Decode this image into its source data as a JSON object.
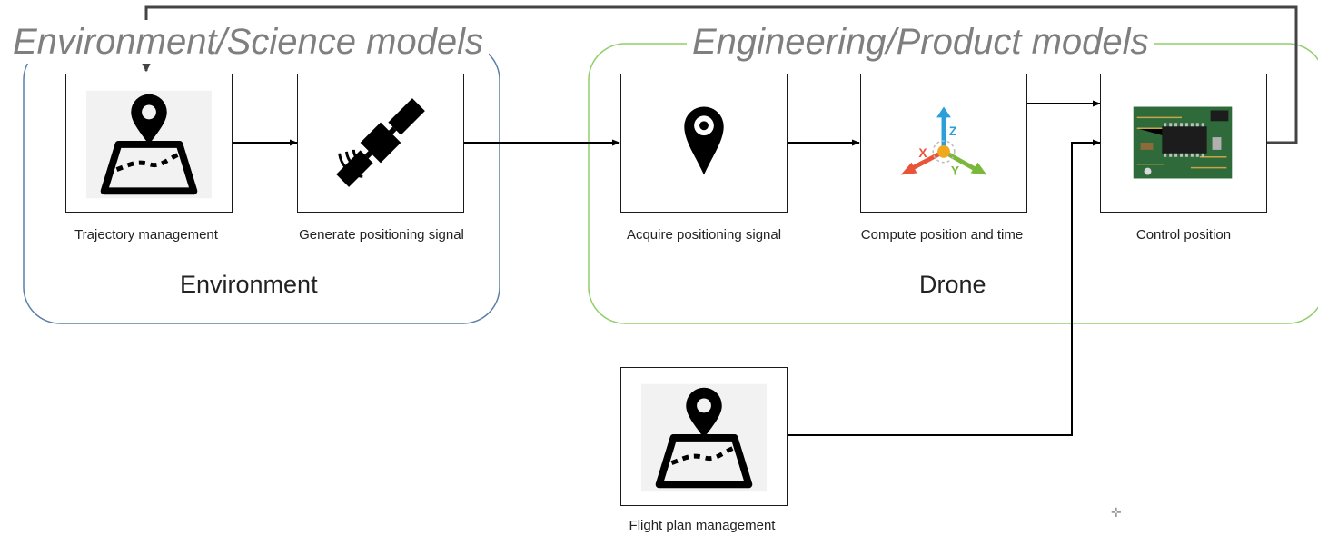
{
  "headings": {
    "left": "Environment/Science models",
    "right": "Engineering/Product models"
  },
  "groups": {
    "environment": "Environment",
    "drone": "Drone"
  },
  "blocks": {
    "trajectory": {
      "label": "Trajectory management",
      "icon": "map-pin-icon"
    },
    "generate": {
      "label": "Generate  positioning signal",
      "icon": "satellite-icon"
    },
    "acquire": {
      "label": "Acquire positioning signal",
      "icon": "location-pin-icon"
    },
    "compute": {
      "label": "Compute  position and time",
      "icon": "xyz-axes-icon"
    },
    "control": {
      "label": "Control position",
      "icon": "circuit-board-icon"
    },
    "flightplan": {
      "label": "Flight plan management",
      "icon": "map-pin-icon"
    }
  },
  "axes": {
    "x": "X",
    "y": "Y",
    "z": "Z"
  },
  "colors": {
    "environment_border": "#5b7fa8",
    "drone_border": "#8fcf6a",
    "heading_text": "#7f7f7f",
    "axis_x": "#e8533a",
    "axis_y": "#7ab83c",
    "axis_z": "#2b9fd9",
    "axis_origin": "#f0a81c"
  }
}
